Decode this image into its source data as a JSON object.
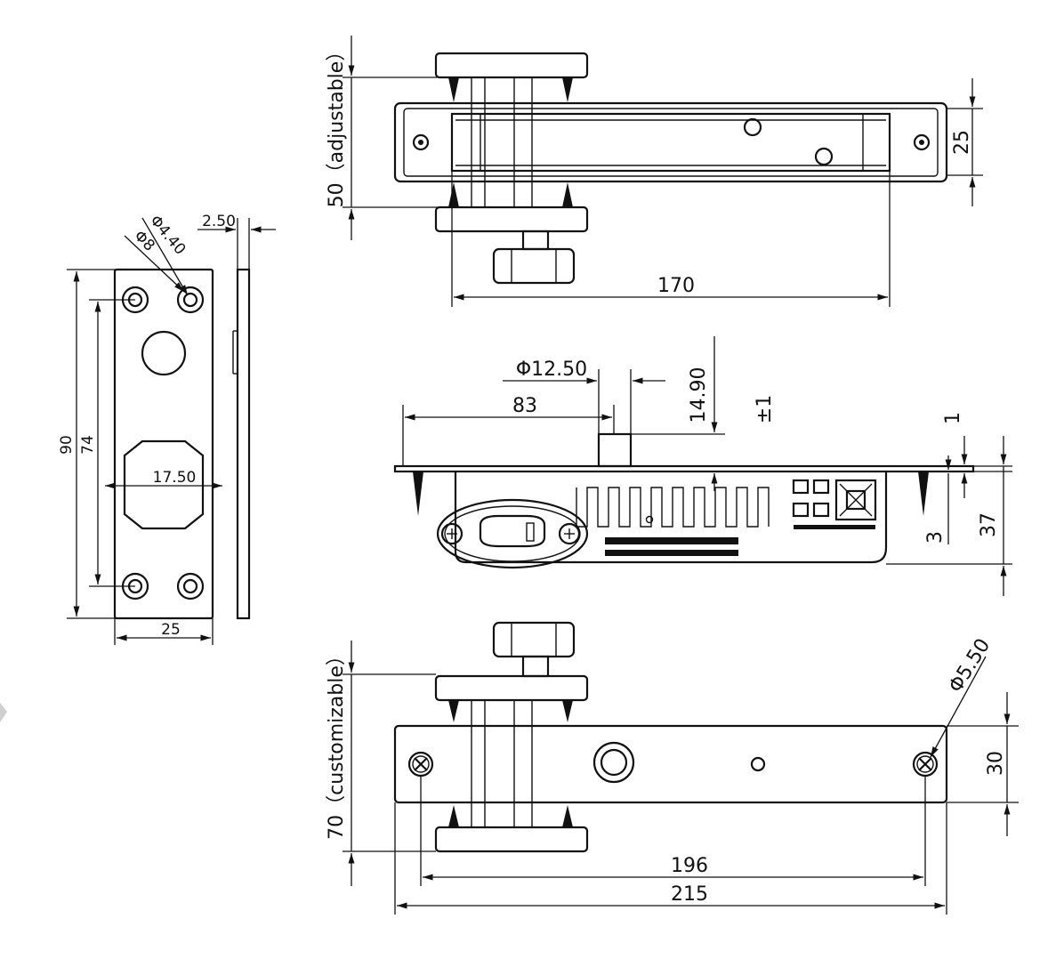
{
  "front_plate": {
    "hole_small": "Φ4.40",
    "hole_large": "Φ8",
    "thickness": "2.50",
    "height": "90",
    "hole_spacing": "74",
    "slot_width": "17.50",
    "width": "25"
  },
  "top_view": {
    "adjustable_label": "50（adjustable）",
    "length": "170",
    "width": "25"
  },
  "side_view": {
    "diameter": "Φ12.50",
    "offset": "83",
    "height": "14.90",
    "tolerance": "±1",
    "flange": "1",
    "thread": "3",
    "depth": "37"
  },
  "bottom_view": {
    "customizable_label": "70（customizable）",
    "screw_diameter": "Φ5.50",
    "width": "30",
    "hole_spacing": "196",
    "length": "215"
  }
}
